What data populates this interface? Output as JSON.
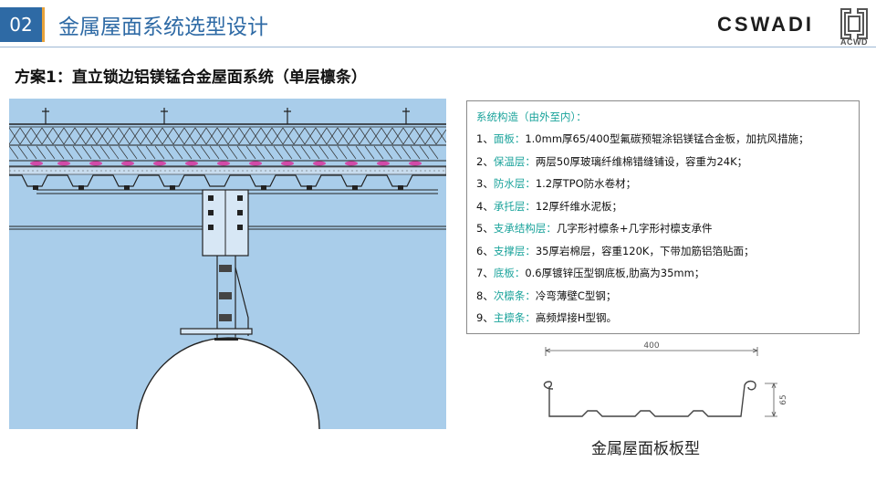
{
  "header": {
    "number": "02",
    "title": "金属屋面系统选型设计",
    "brand": "CSWADI",
    "logo_text": "ACWD"
  },
  "scheme_title": "方案1：直立锁边铝镁锰合金屋面系统（单层檩条）",
  "spec": {
    "heading": "系统构造（由外至内）：",
    "items": [
      {
        "num": "1、",
        "label": "面板：",
        "text": "1.0mm厚65/400型氟碳预辊涂铝镁锰合金板，加抗风措施；"
      },
      {
        "num": "2、",
        "label": "保温层：",
        "text": "两层50厚玻璃纤维棉错缝铺设，容重为24K；"
      },
      {
        "num": "3、",
        "label": "防水层：",
        "text": "1.2厚TPO防水卷材；"
      },
      {
        "num": "4、",
        "label": "承托层：",
        "text": "12厚纤维水泥板；"
      },
      {
        "num": "5、",
        "label": "支承结构层：",
        "text": "几字形衬檩条+几字形衬檩支承件"
      },
      {
        "num": "6、",
        "label": "支撑层：",
        "text": "35厚岩棉层，容重120K，下带加筋铝箔贴面；"
      },
      {
        "num": "7、",
        "label": "底板：",
        "text": "0.6厚镀锌压型钢底板,肋高为35mm；"
      },
      {
        "num": "8、",
        "label": "次檩条：",
        "text": "冷弯薄壁C型钢；"
      },
      {
        "num": "9、",
        "label": "主檩条：",
        "text": "高频焊接H型钢。"
      }
    ]
  },
  "profile": {
    "width_dim": "400",
    "height_dim": "65",
    "caption": "金属屋面板板型"
  },
  "colors": {
    "header_blue": "#2e6aa5",
    "header_accent": "#e8a33c",
    "label_teal": "#1aa39b",
    "drawing_bg": "#a9cdea"
  }
}
